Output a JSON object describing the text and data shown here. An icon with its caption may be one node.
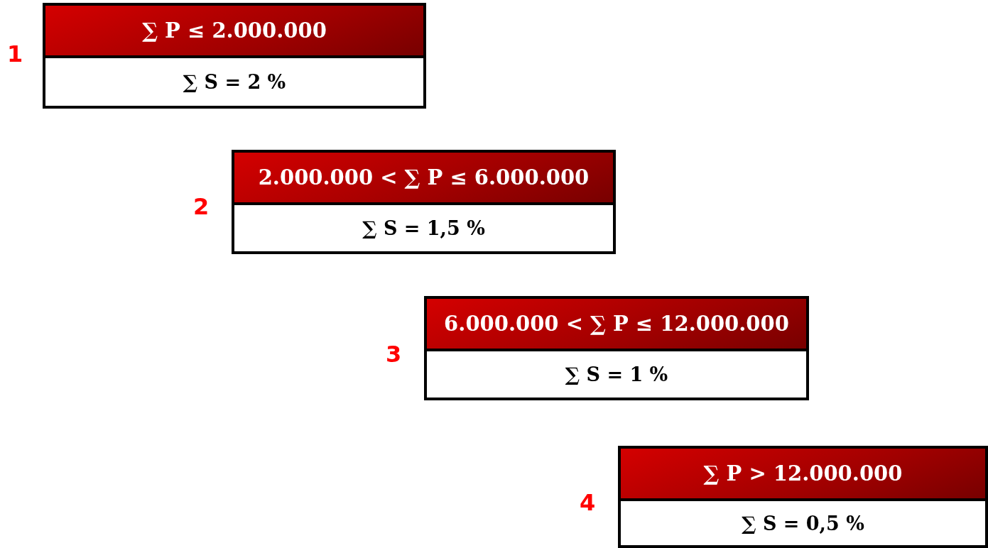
{
  "diagram": {
    "nodes": [
      {
        "text": [
          "∑ P ≤ 2.000.000",
          "∑ S = 2 %"
        ],
        "beside": [
          "1"
        ]
      },
      {
        "text": [
          "2.000.000 < ∑ P ≤ 6.000.000",
          "∑ S = 1,5 %"
        ],
        "beside": [
          "2"
        ]
      },
      {
        "text": [
          "6.000.000 < ∑ P ≤ 12.000.000",
          "∑ S = 1 %"
        ],
        "beside": [
          "3"
        ]
      },
      {
        "text": [
          "∑ P > 12.000.000",
          "∑ S = 0,5 %"
        ],
        "beside": [
          "4"
        ]
      }
    ]
  }
}
